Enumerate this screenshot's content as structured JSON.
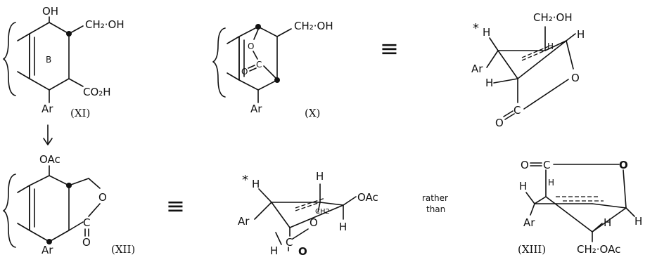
{
  "compounds": {
    "XI": {
      "label": "(XI)",
      "substituents": {
        "oh": "OH",
        "ch2oh": "CH₂·OH",
        "co2h": "CO₂H",
        "ring": "B",
        "ar": "Ar"
      }
    },
    "X": {
      "label": "(X)",
      "substituents": {
        "ch2oh": "CH₂·OH",
        "o_bridge": "O",
        "c_bridge": "C",
        "o_carbonyl": "O",
        "ar": "Ar"
      }
    },
    "X_conformation": {
      "substituents": {
        "star": "*",
        "h_star": "H",
        "ar": "Ar",
        "h_left": "H",
        "ch2oh": "CH₂·OH",
        "h_mid": "H",
        "h_right": "H",
        "o_ring": "O",
        "c_carbonyl": "C",
        "o_carbonyl": "O"
      }
    },
    "XII": {
      "label": "(XII)",
      "substituents": {
        "oac": "OAc",
        "o_ring": "O",
        "c_carbonyl": "C",
        "o_carbonyl": "O",
        "ar": "Ar"
      }
    },
    "XII_conformation": {
      "substituents": {
        "star": "*",
        "h_star": "H",
        "ar": "Ar",
        "h_top": "H",
        "ch2": "CH2",
        "oac": "OAc",
        "h_right": "H",
        "h_bottom": "H",
        "c_carbonyl": "C",
        "o_ring": "O",
        "o_carbonyl": "O"
      }
    },
    "XIII": {
      "label": "(XIII)",
      "substituents": {
        "o_carbonyl": "O",
        "c_carbonyl": "C",
        "o_ring": "O",
        "h_left": "H",
        "h_mid": "H",
        "ar": "Ar",
        "h_lower": "H",
        "h_right": "H",
        "ch2oac": "CH₂·OAc"
      }
    }
  },
  "relations": {
    "equiv": "≡",
    "rather_line1": "rather",
    "rather_line2": "than"
  }
}
